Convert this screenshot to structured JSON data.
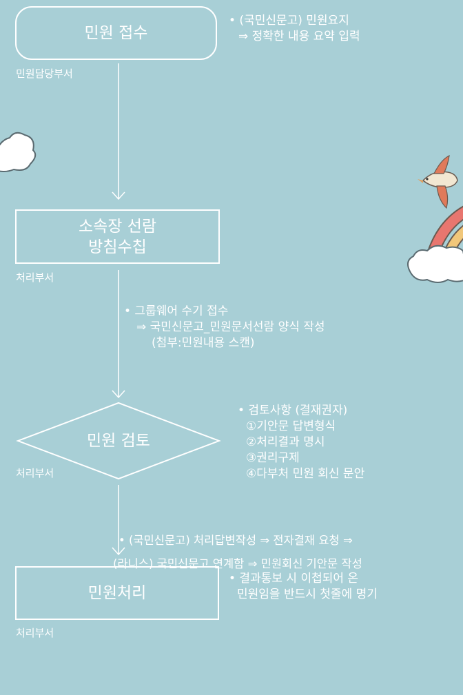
{
  "steps": {
    "receive": {
      "label": "민원 접수",
      "dept": "민원담당부서"
    },
    "review_head": {
      "line1": "소속장 선람",
      "line2": "방침수칩",
      "dept": "처리부서"
    },
    "review": {
      "label": "민원 검토",
      "dept": "처리부서"
    },
    "process": {
      "label": "민원처리",
      "dept": "처리부서"
    }
  },
  "notes": {
    "receive": [
      "• (국민신문고) 민원요지",
      "⇒ 정확한 내용 요약 입력"
    ],
    "groupware": [
      "• 그룹웨어 수기 접수",
      "⇒ 국민신문고_민원문서선람 양식 작성",
      "(첨부:민원내용 스캔)"
    ],
    "review": [
      "• 검토사항 (결재권자)",
      "①기안문 답변형식",
      "②처리결과 명시",
      "③권리구제",
      "④다부처 민원 회신 문안"
    ],
    "reply": [
      "• (국민신문고) 처리답변작성 ⇒ 전자결재 요청 ⇒",
      "(라니스) 국민신문고 연계함 ⇒ 민원회신 기안문 작성"
    ],
    "process": [
      "• 결과통보 시 이첩되어 온",
      "민원임을 반드시 첫줄에 명기"
    ]
  },
  "colors": {
    "background": "#a8cfd6",
    "line": "#ffffff",
    "rainbow_red": "#e8766f",
    "rainbow_yellow": "#f1c77a",
    "bird": "#f2e7d2",
    "bird_accent": "#e07a5a"
  }
}
